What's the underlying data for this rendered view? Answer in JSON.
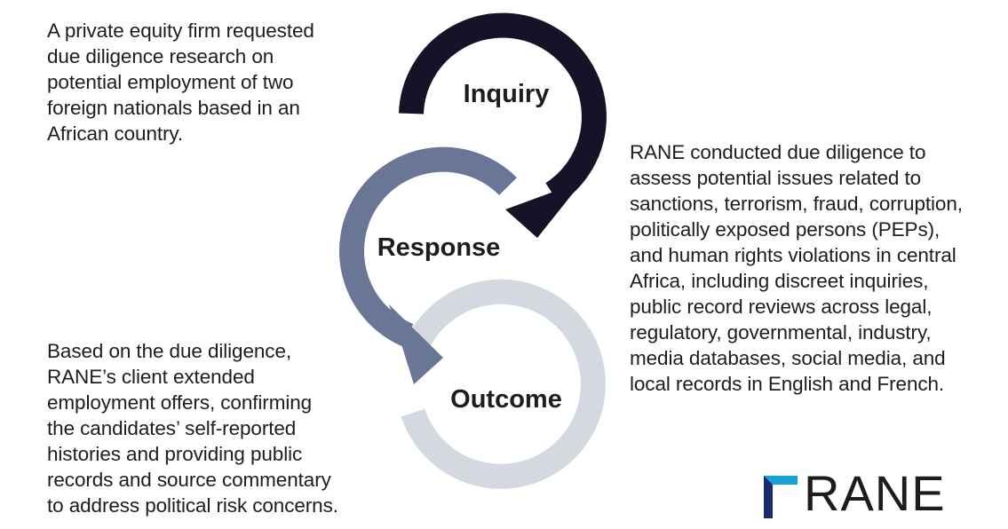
{
  "stages": {
    "inquiry": {
      "label": "Inquiry",
      "color": "#141327",
      "description": "A private equity firm requested\ndue diligence research on\npotential employment of two\nforeign nationals based in an\nAfrican country."
    },
    "response": {
      "label": "Response",
      "color": "#6a7696",
      "description": "RANE conducted due diligence to\nassess potential issues related to\nsanctions, terrorism, fraud, corruption,\npolitically exposed persons (PEPs),\nand human rights violations in central\nAfrica, including discreet inquiries,\npublic record reviews across legal,\nregulatory, governmental, industry,\nmedia databases, social media, and\nlocal records in English and French."
    },
    "outcome": {
      "label": "Outcome",
      "color": "#d3d9de",
      "description": "Based on the due diligence,\nRANE’s client extended\nemployment offers, confirming\nthe candidates’ self-reported\nhistories and providing public\nrecords and source commentary\nto address political risk concerns."
    }
  },
  "logo": {
    "text": "RANE",
    "mark_color_light": "#1aa0d8",
    "mark_color_dark": "#1b2a6b"
  }
}
